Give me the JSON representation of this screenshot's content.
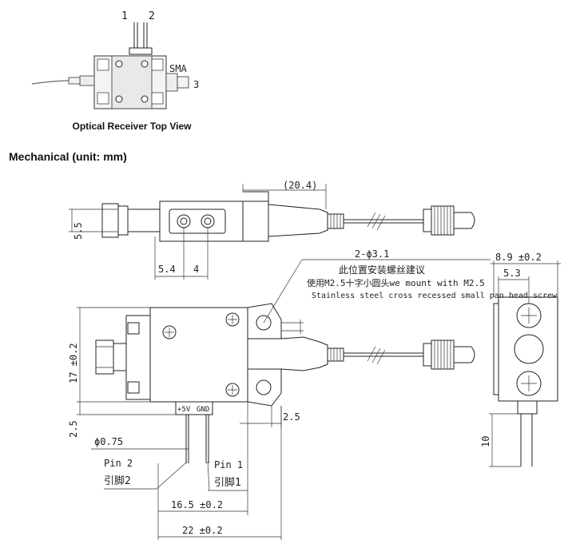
{
  "top_view": {
    "pin1": "1",
    "pin2": "2",
    "pin3": "3",
    "sma": "SMA",
    "caption": "Optical Receiver Top View"
  },
  "mechanical": {
    "heading": "Mechanical (unit: mm)",
    "dims": {
      "d20_4": "(20.4)",
      "d5_5": "5.5",
      "d5_4": "5.4",
      "d4": "4",
      "d2_phi3_1": "2-ϕ3.1",
      "d8_9": "8.9 ±0.2",
      "d5_3": "5.3",
      "d17": "17 ±0.2",
      "d2_5_left": "2.5",
      "d2_5_right": "2.5",
      "d10": "10",
      "phi0_75": "ϕ0.75",
      "d16_5": "16.5 ±0.2",
      "d22": "22 ±0.2"
    },
    "note_cn1": "此位置安装螺丝建议",
    "note_cn2": "使用M2.5十字小圆头we mount with M2.5",
    "note_en": "Stainless steel cross recessed small pan head screw",
    "plus5v": "+5V",
    "gnd": "GND",
    "pin2_label": "Pin 2",
    "pin2_cn": "引脚2",
    "pin1_label": "Pin 1",
    "pin1_cn": "引脚1"
  }
}
